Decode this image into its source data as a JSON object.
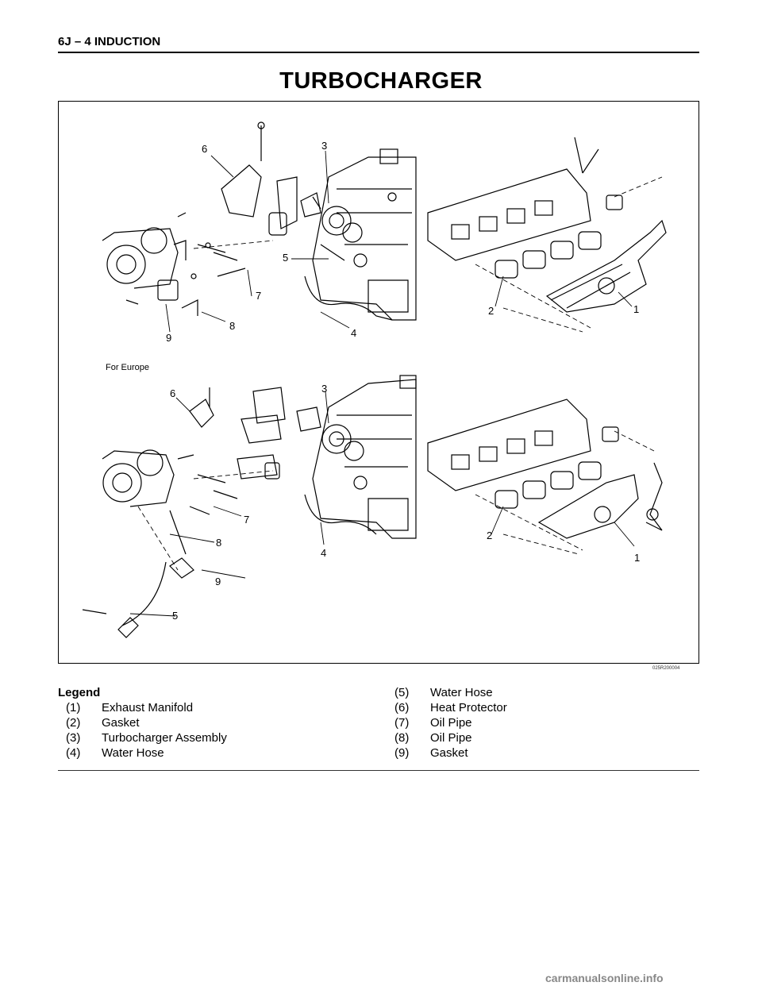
{
  "header": {
    "section": "6J – 4  INDUCTION"
  },
  "title": "TURBOCHARGER",
  "figure": {
    "region_label": "For Europe",
    "code": "025R200004",
    "callouts_top": [
      "1",
      "2",
      "3",
      "4",
      "5",
      "6",
      "7",
      "8",
      "9"
    ],
    "callouts_bottom": [
      "1",
      "2",
      "3",
      "4",
      "5",
      "6",
      "7",
      "8",
      "9"
    ]
  },
  "legend": {
    "title": "Legend",
    "left": [
      {
        "num": "(1)",
        "label": "Exhaust Manifold"
      },
      {
        "num": "(2)",
        "label": "Gasket"
      },
      {
        "num": "(3)",
        "label": "Turbocharger Assembly"
      },
      {
        "num": "(4)",
        "label": "Water Hose"
      }
    ],
    "right": [
      {
        "num": "(5)",
        "label": "Water Hose"
      },
      {
        "num": "(6)",
        "label": "Heat Protector"
      },
      {
        "num": "(7)",
        "label": "Oil Pipe"
      },
      {
        "num": "(8)",
        "label": "Oil Pipe"
      },
      {
        "num": "(9)",
        "label": "Gasket"
      }
    ]
  },
  "watermark": "carmanualsonline.info"
}
